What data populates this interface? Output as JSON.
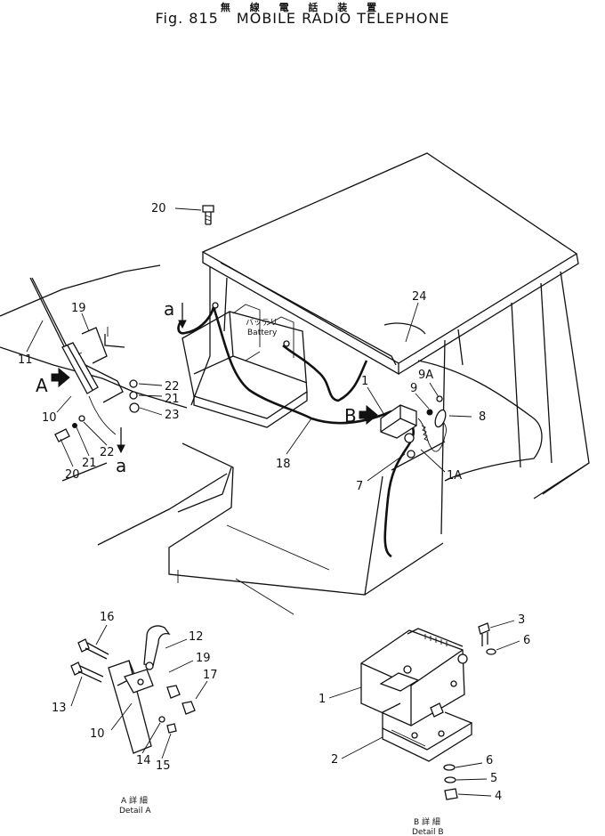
{
  "header": {
    "japanese_title": "無 線 電 話 装 置",
    "fig_label": "Fig. 815",
    "title": "MOBILE RADIO TELEPHONE"
  },
  "main_callouts": {
    "p20_top": "20",
    "p24": "24",
    "p1": "1",
    "p9a": "9A",
    "p9": "9",
    "p8": "8",
    "p1a": "1A",
    "p7": "7",
    "p18": "18",
    "p11": "11",
    "p19": "19",
    "p22_right": "22",
    "p21_right": "21",
    "p23": "23",
    "p10": "10",
    "p20_bottom": "20",
    "p21_bottom": "21",
    "p22_bottom": "22",
    "a_top": "a",
    "a_bottom": "a",
    "A_arrow": "A",
    "B_arrow": "B",
    "battery_jp": "バッテリ",
    "battery_en": "Battery"
  },
  "detail_a": {
    "p16": "16",
    "p12": "12",
    "p19": "19",
    "p17": "17",
    "p13": "13",
    "p10": "10",
    "p14": "14",
    "p15": "15",
    "caption_jp": "A 詳 細",
    "caption_en": "Detail A"
  },
  "detail_b": {
    "p3": "3",
    "p6_top": "6",
    "p1": "1",
    "p2": "2",
    "p6_bottom": "6",
    "p5": "5",
    "p4": "4",
    "caption_jp": "B 詳 細",
    "caption_en": "Detail B"
  }
}
